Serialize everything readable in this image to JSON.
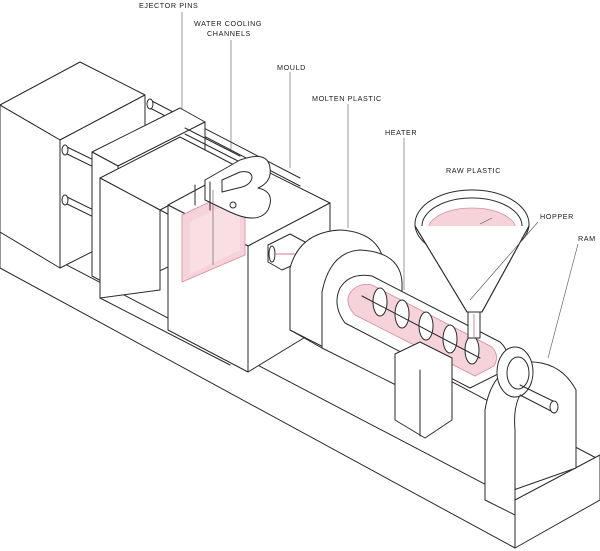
{
  "labels": {
    "ejector_pins": "EJECTOR PINS",
    "water_cooling_1": "WATER COOLING",
    "water_cooling_2": "CHANNELS",
    "mould": "MOULD",
    "molten_plastic": "MOLTEN PLASTIC",
    "heater": "HEATER",
    "raw_plastic": "RAW PLASTIC",
    "hopper": "HOPPER",
    "ram": "RAM"
  },
  "colors": {
    "line": "#2a2a2a",
    "plastic": "#f6d3da",
    "plastic_edge": "#d8798c"
  }
}
